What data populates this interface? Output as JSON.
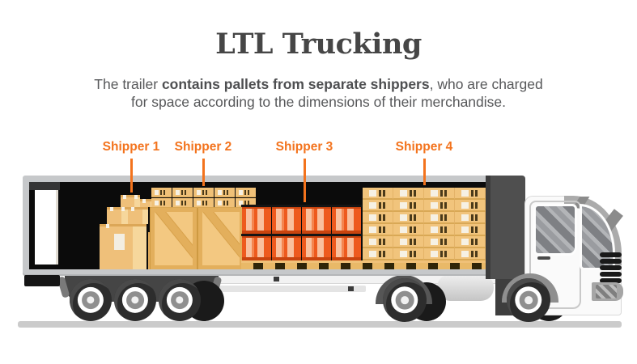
{
  "header": {
    "title": "LTL Trucking",
    "subtitle": {
      "line1_pre": "The trailer ",
      "line1_bold": "contains pallets from separate shippers",
      "line1_post": ", who are charged",
      "line2": "for space according to the dimensions of their merchandise."
    }
  },
  "shippers": [
    {
      "label": "Shipper 1",
      "cargo": "stacked cardboard boxes"
    },
    {
      "label": "Shipper 2",
      "cargo": "wooden crates with small cartons on top"
    },
    {
      "label": "Shipper 3",
      "cargo": "orange drums stacked on pallet"
    },
    {
      "label": "Shipper 4",
      "cargo": "palletized carton stacks"
    }
  ],
  "colors": {
    "accent_orange": "#F3731D",
    "title_gray": "#464646",
    "text_gray": "#57585A",
    "trailer_frame_gray": "#C6C8CA",
    "trailer_interior_black": "#0B0B0B",
    "carton_tan": "#F0C178",
    "barrel_orange": "#EE5A1E",
    "cab_white": "#FAFAFA",
    "ground_gray": "#CBCBCB"
  }
}
